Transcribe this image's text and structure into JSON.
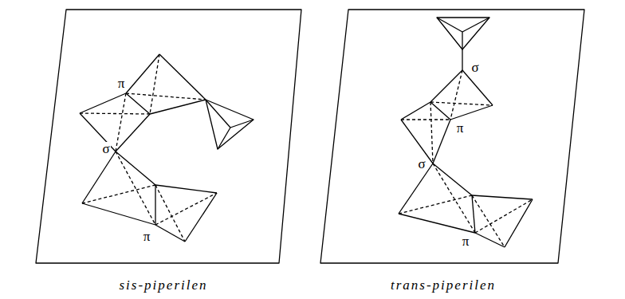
{
  "diagram": {
    "labels": [
      "π",
      "σ",
      "π",
      "σ",
      "π",
      "σ",
      "π",
      "sis-piperilen",
      "trans-piperilen"
    ]
  }
}
